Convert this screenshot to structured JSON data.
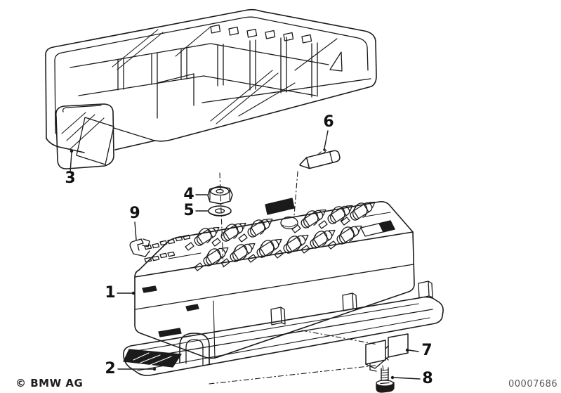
{
  "callouts": [
    {
      "label": "1"
    },
    {
      "label": "2"
    },
    {
      "label": "3"
    },
    {
      "label": "4"
    },
    {
      "label": "5"
    },
    {
      "label": "6"
    },
    {
      "label": "7"
    },
    {
      "label": "8"
    },
    {
      "label": "9"
    }
  ],
  "footer": {
    "copyright": "© BMW AG",
    "drawing_number": "00007686"
  },
  "colors": {
    "line": "#1a1a1a",
    "background": "#ffffff",
    "footer_number": "#575757"
  }
}
